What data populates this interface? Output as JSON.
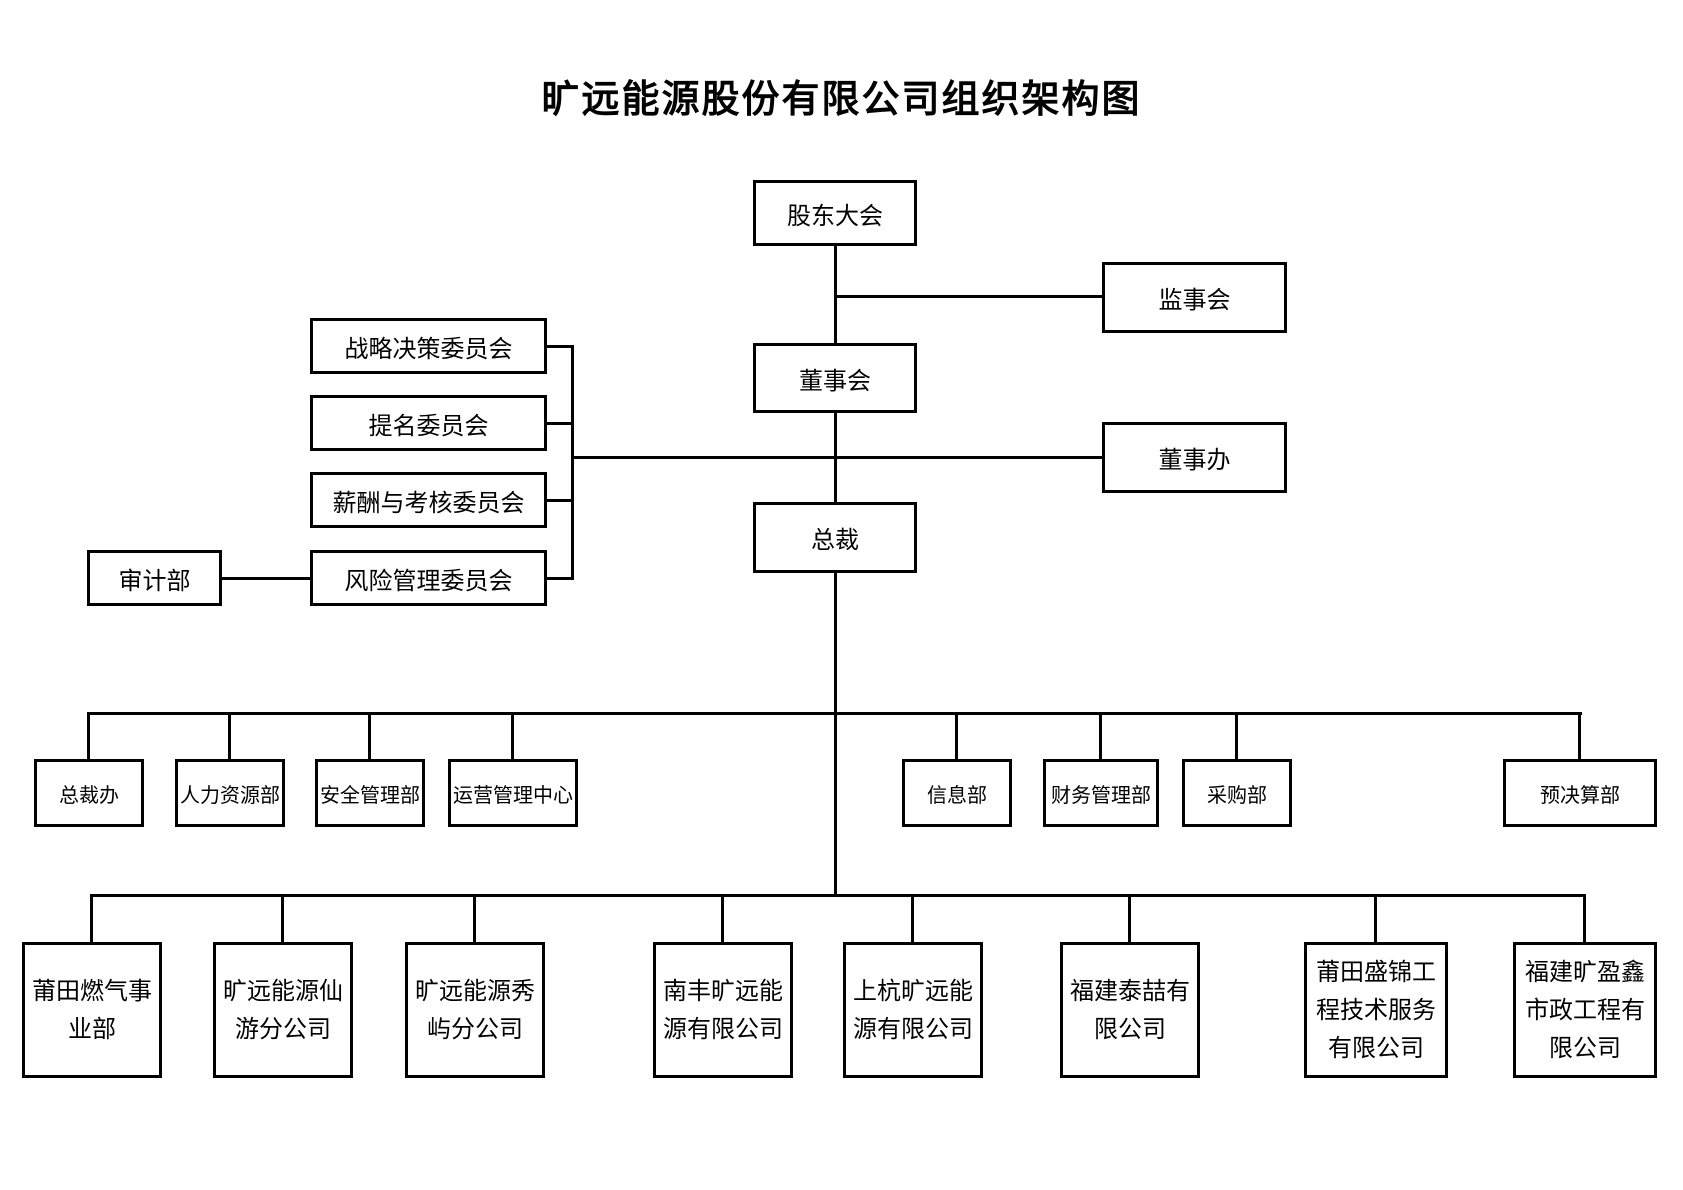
{
  "title": "旷远能源股份有限公司组织架构图",
  "nodes": {
    "shareholders": {
      "label": "股东大会"
    },
    "supervisory_board": {
      "label": "监事会"
    },
    "board_of_directors": {
      "label": "董事会"
    },
    "board_office": {
      "label": "董事办"
    },
    "president": {
      "label": "总裁"
    },
    "strategy_committee": {
      "label": "战略决策委员会"
    },
    "nomination_committee": {
      "label": "提名委员会"
    },
    "remuneration_committee": {
      "label": "薪酬与考核委员会"
    },
    "risk_committee": {
      "label": "风险管理委员会"
    },
    "audit_dept": {
      "label": "审计部"
    },
    "president_office": {
      "label": "总裁办"
    },
    "hr_dept": {
      "label": "人力资源部"
    },
    "safety_dept": {
      "label": "安全管理部"
    },
    "operations_center": {
      "label": "运营管理中心"
    },
    "information_dept": {
      "label": "信息部"
    },
    "finance_dept": {
      "label": "财务管理部"
    },
    "procurement_dept": {
      "label": "采购部"
    },
    "budget_dept": {
      "label": "预决算部"
    },
    "putian_gas_division": {
      "label": "莆田燃气事业部"
    },
    "xianyou_branch": {
      "label": "旷远能源仙游分公司"
    },
    "xiuyu_branch": {
      "label": "旷远能源秀屿分公司"
    },
    "nanfeng_company": {
      "label": "南丰旷远能源有限公司"
    },
    "shanghang_company": {
      "label": "上杭旷远能源有限公司"
    },
    "taizhe_company": {
      "label": "福建泰喆有限公司"
    },
    "shengjin_company": {
      "label": "莆田盛锦工程技术服务有限公司"
    },
    "kuangyingxin_company": {
      "label": "福建旷盈鑫市政工程有限公司"
    }
  }
}
